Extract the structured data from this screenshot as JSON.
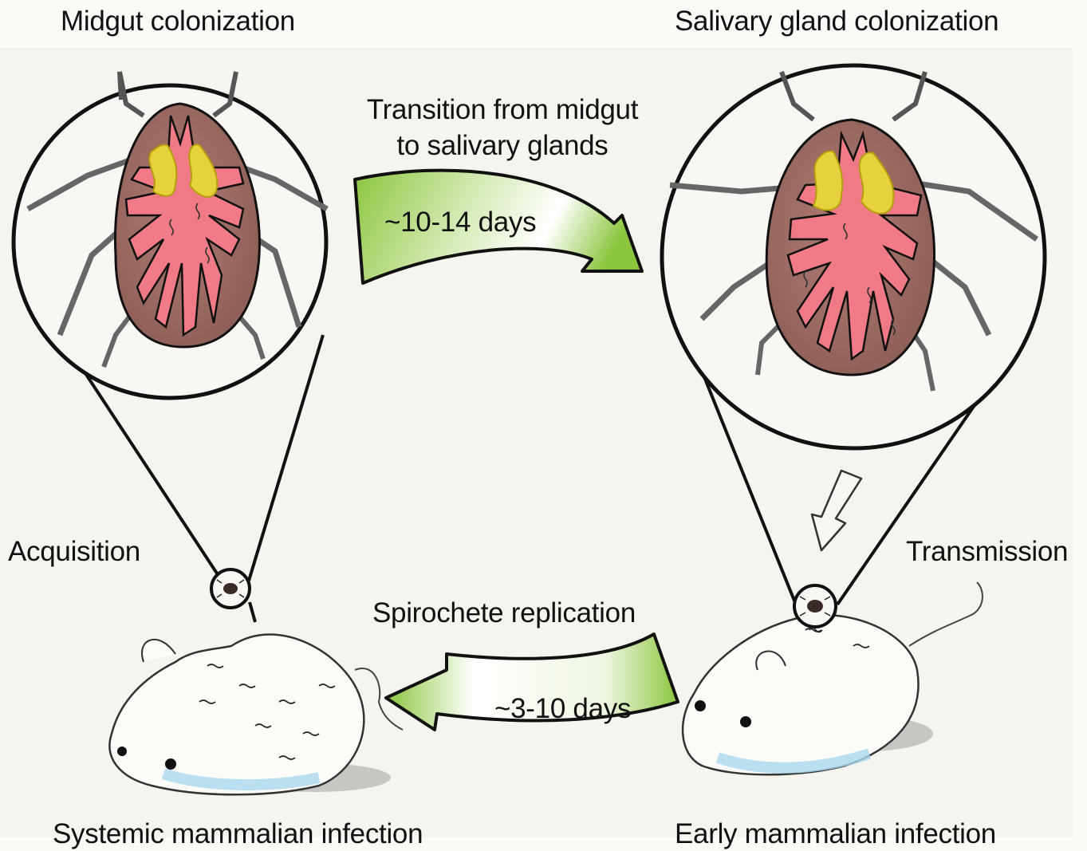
{
  "labels": {
    "midgut": "Midgut colonization",
    "salivary": "Salivary gland colonization",
    "transition_line1": "Transition from midgut",
    "transition_line2": "to salivary glands",
    "days_top": "~10-14 days",
    "acquisition": "Acquisition",
    "transmission": "Transmission",
    "replication": "Spirochete replication",
    "days_bottom": "~3-10 days",
    "systemic": "Systemic mammalian infection",
    "early": "Early mammalian infection"
  },
  "colors": {
    "tick_body": "#9e6f66",
    "midgut": "#f07a86",
    "salivary_gland": "#e6d23c",
    "arrow_green": "#8cc63f",
    "mouse_belly": "#a9d8ef",
    "outline": "#111111"
  }
}
